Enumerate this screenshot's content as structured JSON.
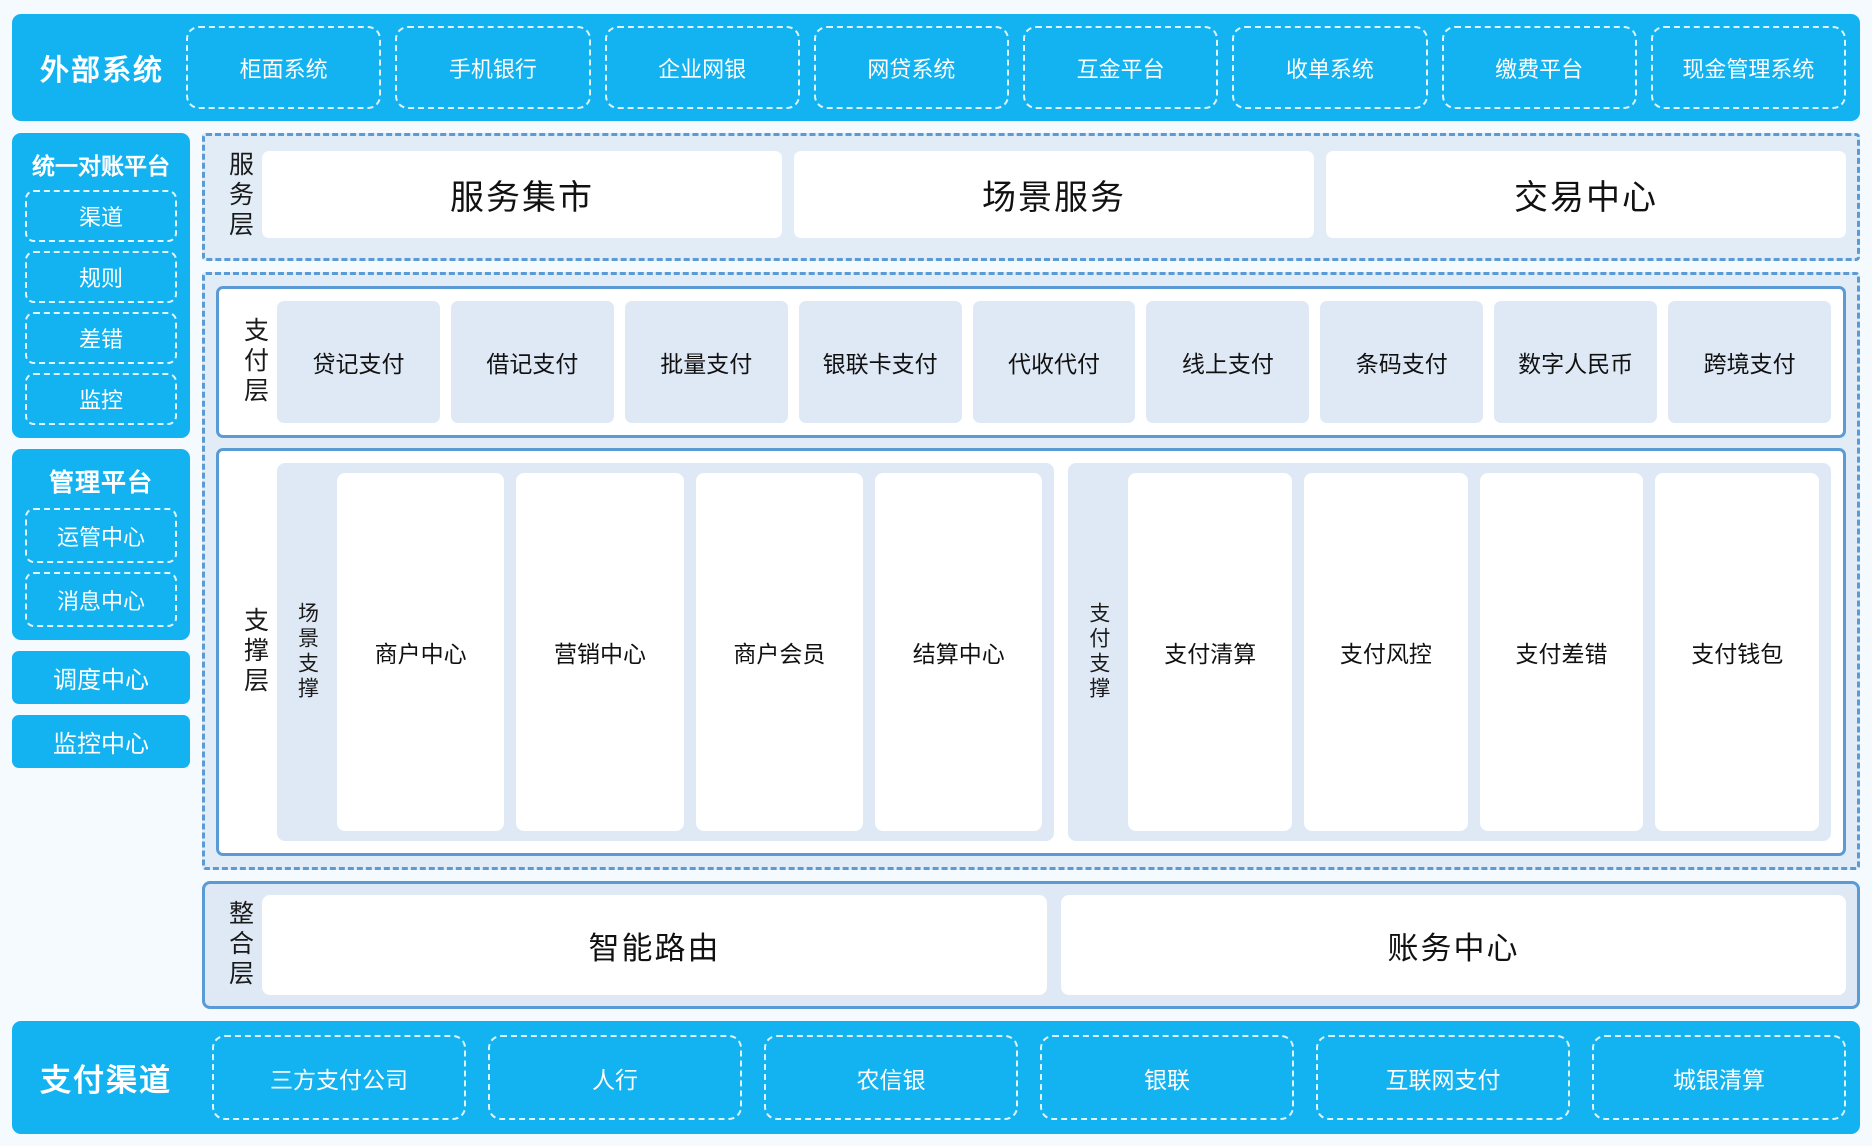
{
  "colors": {
    "brand_cyan": "#12b3f0",
    "panel_blue": "#5b9bd5",
    "light_blue_fill": "#dfe9f5",
    "dash_fill": "#e2ecf7",
    "page_bg": "#f4fafd",
    "card_white": "#ffffff"
  },
  "external_systems": {
    "title": "外部系统",
    "items": [
      {
        "label": "柜面系统"
      },
      {
        "label": "手机银行"
      },
      {
        "label": "企业网银"
      },
      {
        "label": "网贷系统"
      },
      {
        "label": "互金平台"
      },
      {
        "label": "收单系统"
      },
      {
        "label": "缴费平台"
      },
      {
        "label": "现金管理系统"
      }
    ]
  },
  "rail": {
    "recon_platform": {
      "title": "统一对账平台",
      "items": [
        {
          "label": "渠道"
        },
        {
          "label": "规则"
        },
        {
          "label": "差错"
        },
        {
          "label": "监控"
        }
      ]
    },
    "manage_platform": {
      "title": "管理平台",
      "items": [
        {
          "label": "运管中心"
        },
        {
          "label": "消息中心"
        }
      ]
    },
    "standalone": [
      {
        "label": "调度中心"
      },
      {
        "label": "监控中心"
      }
    ]
  },
  "service_layer": {
    "label": "服务层",
    "cards": [
      {
        "label": "服务集市"
      },
      {
        "label": "场景服务"
      },
      {
        "label": "交易中心"
      }
    ]
  },
  "payment_layer": {
    "label": "支付层",
    "cards": [
      {
        "label": "贷记支付"
      },
      {
        "label": "借记支付"
      },
      {
        "label": "批量支付"
      },
      {
        "label": "银联卡支付"
      },
      {
        "label": "代收代付"
      },
      {
        "label": "线上支付"
      },
      {
        "label": "条码支付"
      },
      {
        "label": "数字人民币"
      },
      {
        "label": "跨境支付"
      }
    ]
  },
  "support_layer": {
    "label": "支撑层",
    "groups": [
      {
        "label": "场景支撑",
        "cards": [
          {
            "label": "商户中心"
          },
          {
            "label": "营销中心"
          },
          {
            "label": "商户会员"
          },
          {
            "label": "结算中心"
          }
        ]
      },
      {
        "label": "支付支撑",
        "cards": [
          {
            "label": "支付清算"
          },
          {
            "label": "支付风控"
          },
          {
            "label": "支付差错"
          },
          {
            "label": "支付钱包"
          }
        ]
      }
    ]
  },
  "integration_layer": {
    "label": "整合层",
    "cards": [
      {
        "label": "智能路由"
      },
      {
        "label": "账务中心"
      }
    ]
  },
  "payment_channels": {
    "title": "支付渠道",
    "items": [
      {
        "label": "三方支付公司"
      },
      {
        "label": "人行"
      },
      {
        "label": "农信银"
      },
      {
        "label": "银联"
      },
      {
        "label": "互联网支付"
      },
      {
        "label": "城银清算"
      }
    ]
  }
}
